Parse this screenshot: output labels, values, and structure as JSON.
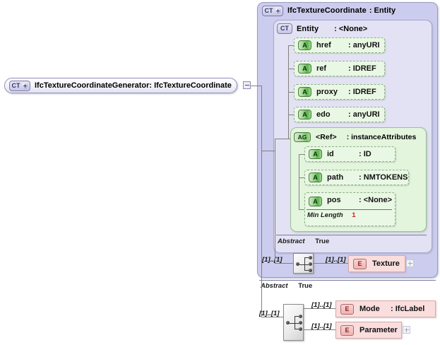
{
  "diagram": {
    "kind": "xsd-schema-diagram",
    "root": {
      "badge": "CT",
      "name": "IfcTextureCoordinateGenerator",
      "type": ": IfcTextureCoordinate",
      "expander": "minus"
    },
    "base_panel": {
      "badge": "CT",
      "name": "IfcTextureCoordinate",
      "type": ": Entity",
      "abstract_key": "Abstract",
      "abstract_value": "True"
    },
    "entity_panel": {
      "badge": "CT",
      "name": "Entity",
      "type": ": <None>",
      "abstract_key": "Abstract",
      "abstract_value": "True"
    },
    "entity_attributes": [
      {
        "badge": "A",
        "name": "href",
        "type": ": anyURI"
      },
      {
        "badge": "A",
        "name": "ref",
        "type": ": IDREF"
      },
      {
        "badge": "A",
        "name": "proxy",
        "type": ": IDREF"
      },
      {
        "badge": "A",
        "name": "edo",
        "type": ": anyURI"
      }
    ],
    "attribute_group": {
      "badge": "AG",
      "name": "<Ref>",
      "type": ": instanceAttributes",
      "attributes": [
        {
          "badge": "A",
          "name": "id",
          "type": ": ID"
        },
        {
          "badge": "A",
          "name": "path",
          "type": ": NMTOKENS"
        },
        {
          "badge": "A",
          "name": "pos",
          "type": ": <None>",
          "facet": {
            "name": "Min Length",
            "value": "1"
          }
        }
      ]
    },
    "base_sequence": {
      "icon": "sequence-icon",
      "in_cardinality": "[1]..[1]",
      "children": [
        {
          "badge": "E",
          "name": "Texture",
          "type": "",
          "cardinality": "[1]..[1]",
          "expander": "plus"
        }
      ]
    },
    "root_sequence": {
      "icon": "sequence-icon",
      "in_cardinality": "[1]..[1]",
      "children": [
        {
          "badge": "E",
          "name": "Mode",
          "type": ": IfcLabel",
          "cardinality": "[1]..[1]",
          "expander": "none"
        },
        {
          "badge": "E",
          "name": "Parameter",
          "type": "",
          "cardinality": "[1]..[1]",
          "expander": "plus"
        }
      ]
    },
    "colors": {
      "complex_type_fill": "#ccccee",
      "complex_type_inner_fill": "#e2e2f4",
      "attribute_fill": "#e9f8e4",
      "attribute_group_fill": "#e3f5dd",
      "element_fill": "#fadede",
      "facet_value": "#d02020",
      "connector_line": "#808080",
      "canvas_background": "#ffffff"
    }
  }
}
